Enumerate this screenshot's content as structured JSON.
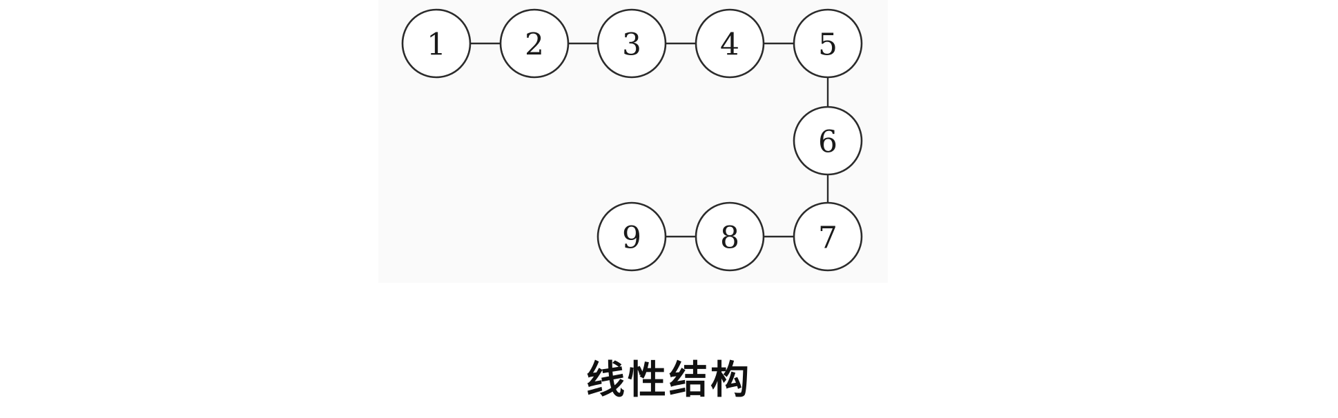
{
  "diagram": {
    "caption": "线性结构",
    "nodes": [
      {
        "id": "1",
        "label": "1"
      },
      {
        "id": "2",
        "label": "2"
      },
      {
        "id": "3",
        "label": "3"
      },
      {
        "id": "4",
        "label": "4"
      },
      {
        "id": "5",
        "label": "5"
      },
      {
        "id": "6",
        "label": "6"
      },
      {
        "id": "7",
        "label": "7"
      },
      {
        "id": "8",
        "label": "8"
      },
      {
        "id": "9",
        "label": "9"
      }
    ],
    "edges": [
      [
        "1",
        "2"
      ],
      [
        "2",
        "3"
      ],
      [
        "3",
        "4"
      ],
      [
        "4",
        "5"
      ],
      [
        "5",
        "6"
      ],
      [
        "6",
        "7"
      ],
      [
        "7",
        "8"
      ],
      [
        "8",
        "9"
      ]
    ]
  }
}
